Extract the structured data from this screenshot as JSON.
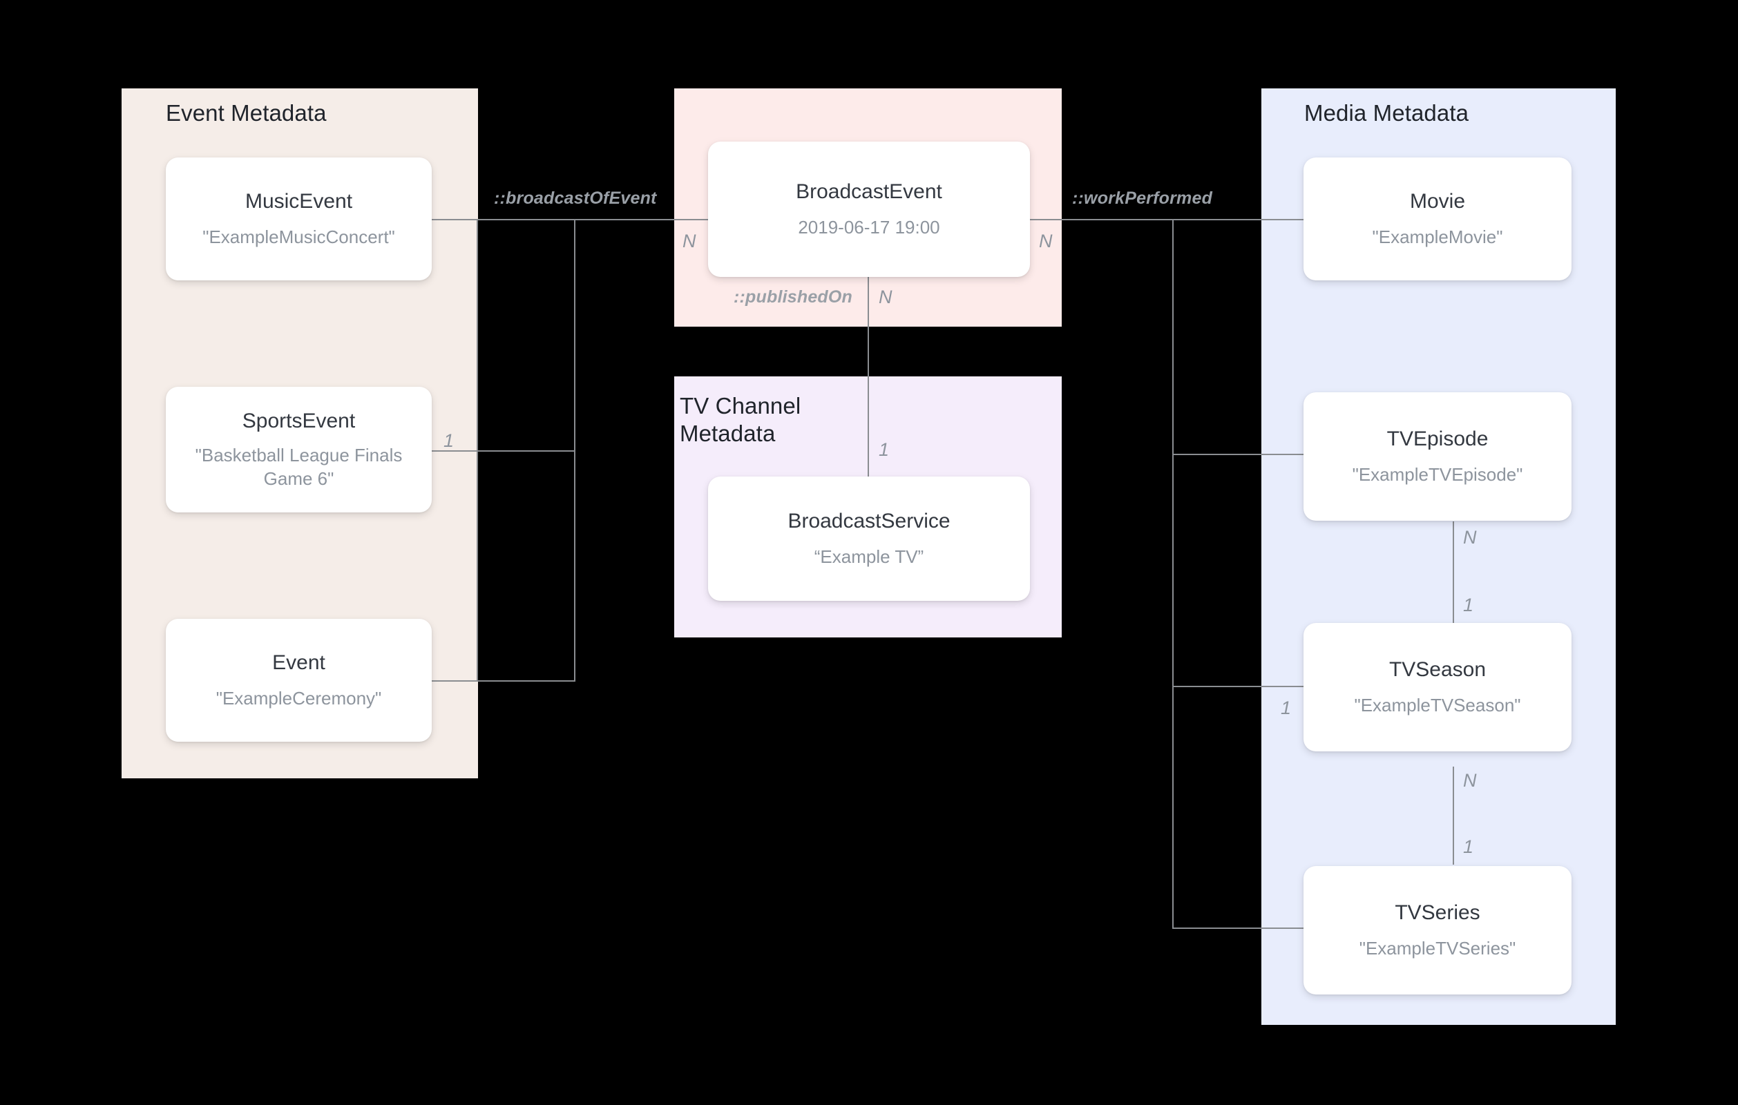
{
  "diagram": {
    "title": "Broadcast / Media metadata entity-relationship diagram",
    "background_color": "#000000",
    "line_color": "#8a8d91"
  },
  "groups": [
    {
      "id": "event-metadata",
      "label": "Event Metadata",
      "color": "#F5EDE8"
    },
    {
      "id": "broadcast-event-group",
      "label": "",
      "color": "#FDEBEA"
    },
    {
      "id": "tv-channel-metadata",
      "label": "TV Channel Metadata",
      "color": "#F5EDFB"
    },
    {
      "id": "media-metadata",
      "label": "Media Metadata",
      "color": "#E8EDFC"
    }
  ],
  "entities": {
    "music_event": {
      "type": "MusicEvent",
      "value": "\"ExampleMusicConcert\""
    },
    "sports_event": {
      "type": "SportsEvent",
      "value": "\"Basketball League Finals Game 6\""
    },
    "event": {
      "type": "Event",
      "value": "\"ExampleCeremony\""
    },
    "broadcast_event": {
      "type": "BroadcastEvent",
      "value": "2019-06-17 19:00"
    },
    "broadcast_service": {
      "type": "BroadcastService",
      "value": "“Example TV”"
    },
    "movie": {
      "type": "Movie",
      "value": "\"ExampleMovie\""
    },
    "tv_episode": {
      "type": "TVEpisode",
      "value": "\"ExampleTVEpisode\""
    },
    "tv_season": {
      "type": "TVSeason",
      "value": "\"ExampleTVSeason\""
    },
    "tv_series": {
      "type": "TVSeries",
      "value": "\"ExampleTVSeries\""
    }
  },
  "relationships": [
    {
      "id": "broadcast-of-event",
      "name": "::broadcastOfEvent",
      "from_cardinality": "1",
      "to_cardinality": "N"
    },
    {
      "id": "published-on",
      "name": "::publishedOn",
      "from_cardinality": "N",
      "to_cardinality": "1"
    },
    {
      "id": "work-performed",
      "name": "::workPerformed",
      "from_cardinality": "N",
      "to_cardinality": "1"
    }
  ],
  "cardinality_labels": {
    "bcast_left_N": "N",
    "bcast_right_N": "N",
    "bcast_down_N": "N",
    "sports_1": "1",
    "service_1": "1",
    "episode_N": "N",
    "season_1_top": "1",
    "season_1_left": "1",
    "season_N_bottom": "N",
    "series_1": "1"
  }
}
